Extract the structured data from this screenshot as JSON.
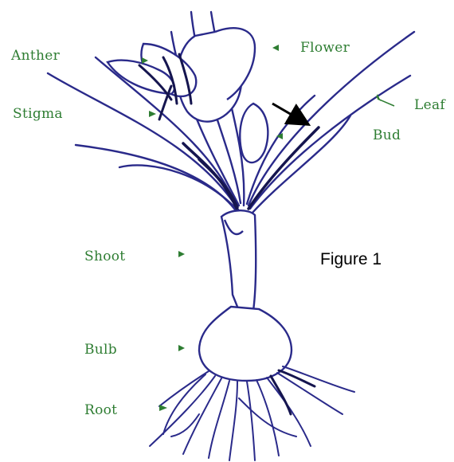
{
  "figure": {
    "title": "Figure 1"
  },
  "labels": {
    "anther": "Anther",
    "stigma": "Stigma",
    "flower": "Flower",
    "leaf": "Leaf",
    "bud": "Bud",
    "shoot": "Shoot",
    "bulb": "Bulb",
    "root": "Root"
  },
  "colors": {
    "label_text": "#2e7d32",
    "pointer": "#2e7d32",
    "plant_ink": "#2a2a8a",
    "plant_dark": "#15154f",
    "figure_title": "#000000"
  }
}
